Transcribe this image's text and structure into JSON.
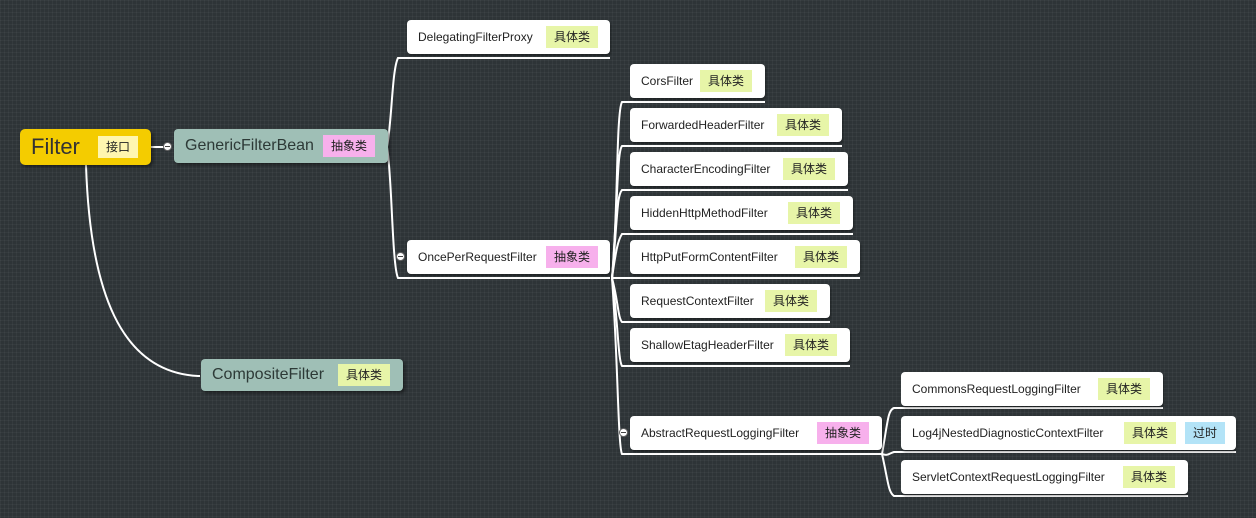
{
  "tags": {
    "interface": "接口",
    "abstract": "抽象类",
    "concrete": "具体类",
    "deprecated": "过时"
  },
  "nodes": {
    "filter": "Filter",
    "generic_filter_bean": "GenericFilterBean",
    "composite_filter": "CompositeFilter",
    "delegating_filter_proxy": "DelegatingFilterProxy",
    "once_per_request_filter": "OncePerRequestFilter",
    "cors_filter": "CorsFilter",
    "forwarded_header_filter": "ForwardedHeaderFilter",
    "character_encoding_filter": "CharacterEncodingFilter",
    "hidden_http_method_filter": "HiddenHttpMethodFilter",
    "http_put_form_content_filter": "HttpPutFormContentFilter",
    "request_context_filter": "RequestContextFilter",
    "shallow_etag_header_filter": "ShallowEtagHeaderFilter",
    "abstract_request_logging_filter": "AbstractRequestLoggingFilter",
    "commons_request_logging_filter": "CommonsRequestLoggingFilter",
    "log4j_nested_diagnostic_context_filter": "Log4jNestedDiagnosticContextFilter",
    "servlet_context_request_logging_filter": "ServletContextRequestLoggingFilter"
  },
  "colors": {
    "background": "#2e3437",
    "root": "#f4cc00",
    "level1": "#9fbfb6",
    "abstract_tag": "#f7b0ec",
    "concrete_tag": "#e7f5a8",
    "interface_tag": "#fff6b0",
    "deprecated_tag": "#b3e3f7"
  }
}
